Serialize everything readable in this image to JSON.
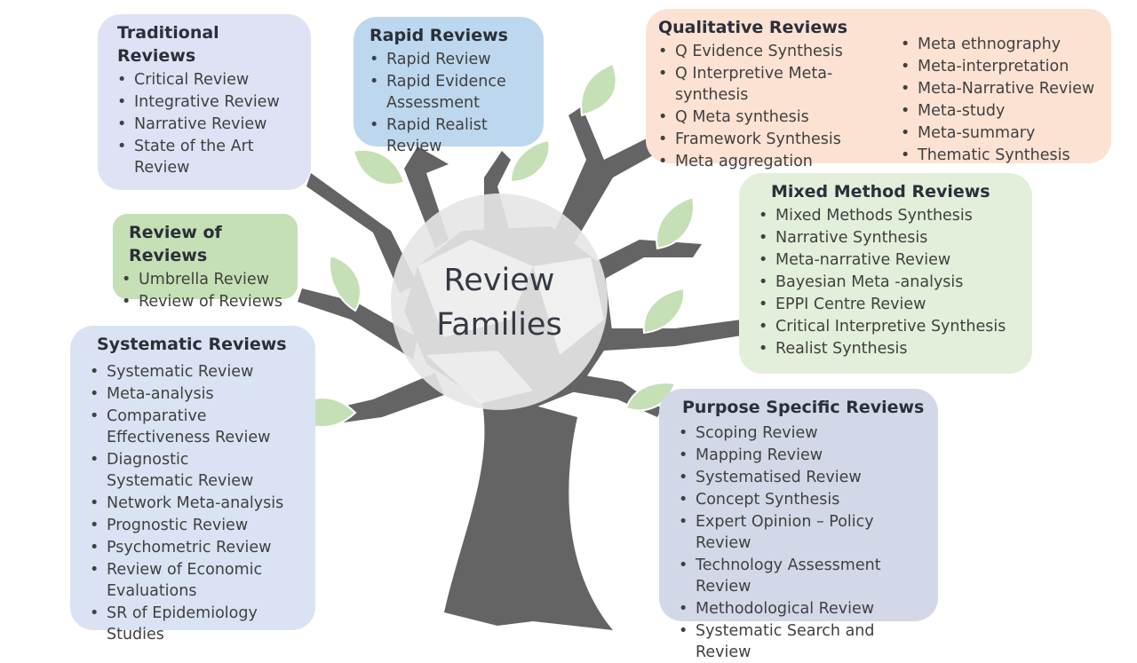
{
  "center": {
    "line1": "Review",
    "line2": "Families"
  },
  "families": {
    "traditional": {
      "title": "Traditional Reviews",
      "items": [
        "Critical Review",
        "Integrative Review",
        "Narrative Review",
        "State of the Art Review"
      ]
    },
    "rapid": {
      "title": "Rapid Reviews",
      "items": [
        "Rapid Review",
        "Rapid Evidence Assessment",
        "Rapid Realist Review"
      ]
    },
    "qualitative": {
      "title": "Qualitative Reviews",
      "items_left": [
        "Q Evidence Synthesis",
        "Q Interpretive Meta-synthesis",
        "Q Meta synthesis",
        "Framework Synthesis",
        "Meta aggregation"
      ],
      "items_right": [
        "Meta ethnography",
        "Meta-interpretation",
        "Meta-Narrative Review",
        "Meta-study",
        "Meta-summary",
        "Thematic Synthesis"
      ]
    },
    "review_of_reviews": {
      "title": "Review of Reviews",
      "items": [
        "Umbrella Review",
        "Review of Reviews"
      ]
    },
    "mixed": {
      "title": "Mixed Method Reviews",
      "items": [
        "Mixed Methods Synthesis",
        "Narrative Synthesis",
        "Meta-narrative Review",
        "Bayesian Meta -analysis",
        "EPPI Centre Review",
        "Critical Interpretive Synthesis",
        "Realist Synthesis"
      ]
    },
    "systematic": {
      "title": "Systematic Reviews",
      "items": [
        "Systematic Review",
        "Meta-analysis",
        "Comparative Effectiveness Review",
        "Diagnostic Systematic Review",
        "Network Meta-analysis",
        "Prognostic Review",
        "Psychometric Review",
        "Review of Economic Evaluations",
        "SR of Epidemiology Studies"
      ]
    },
    "purpose": {
      "title": "Purpose Specific Reviews",
      "items": [
        "Scoping Review",
        "Mapping Review",
        "Systematised Review",
        "Concept Synthesis",
        "Expert Opinion – Policy Review",
        "Technology Assessment Review",
        "Methodological Review",
        "Systematic Search and Review"
      ]
    }
  },
  "colors": {
    "trunk": "#646464",
    "leaf": "#c5e0b4",
    "traditional": "#dfe2f5",
    "rapid": "#bdd7ee",
    "qualitative": "#fce2d3",
    "review_of_reviews": "#c5e0b4",
    "mixed": "#e2efda",
    "systematic": "#dae3f3",
    "purpose": "#d3d8e8"
  }
}
